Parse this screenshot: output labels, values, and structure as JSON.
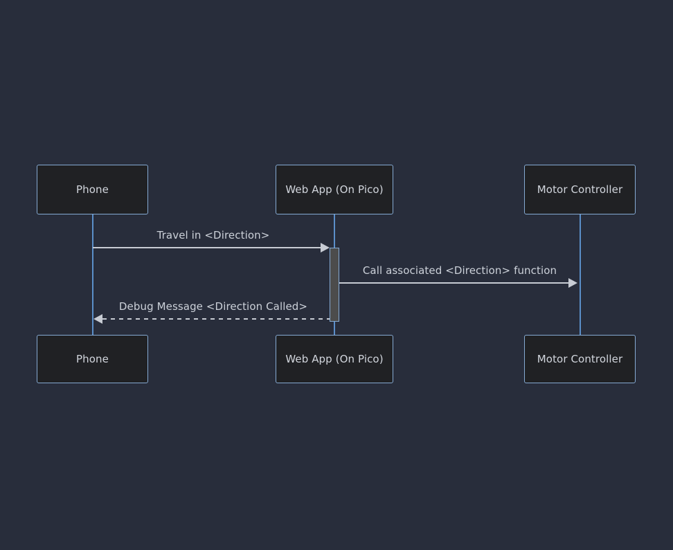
{
  "diagram": {
    "type": "sequence-diagram",
    "background_color": "#282d3b",
    "box_fill_color": "#202124",
    "box_border_color": "#86abd4",
    "lifeline_color": "#5b8fc9",
    "message_line_color": "#c8ccd4",
    "activation_fill_color": "#4c4c4c",
    "text_color": "#d2d6dd",
    "participants": [
      {
        "id": "phone",
        "label": "Phone"
      },
      {
        "id": "webapp",
        "label": "Web App (On Pico)"
      },
      {
        "id": "motor",
        "label": "Motor Controller"
      }
    ],
    "messages": [
      {
        "id": "msg-travel",
        "label": "Travel in <Direction>",
        "from": "phone",
        "to": "webapp",
        "line_style": "solid",
        "arrow": "filled",
        "direction": "right"
      },
      {
        "id": "msg-call-function",
        "label": "Call associated <Direction> function",
        "from": "webapp",
        "to": "motor",
        "line_style": "solid",
        "arrow": "filled",
        "direction": "right"
      },
      {
        "id": "msg-debug",
        "label": "Debug Message <Direction Called>",
        "from": "webapp",
        "to": "phone",
        "line_style": "dashed",
        "arrow": "filled",
        "direction": "left"
      }
    ],
    "activations": [
      {
        "id": "activation-webapp",
        "participant": "webapp"
      }
    ]
  }
}
